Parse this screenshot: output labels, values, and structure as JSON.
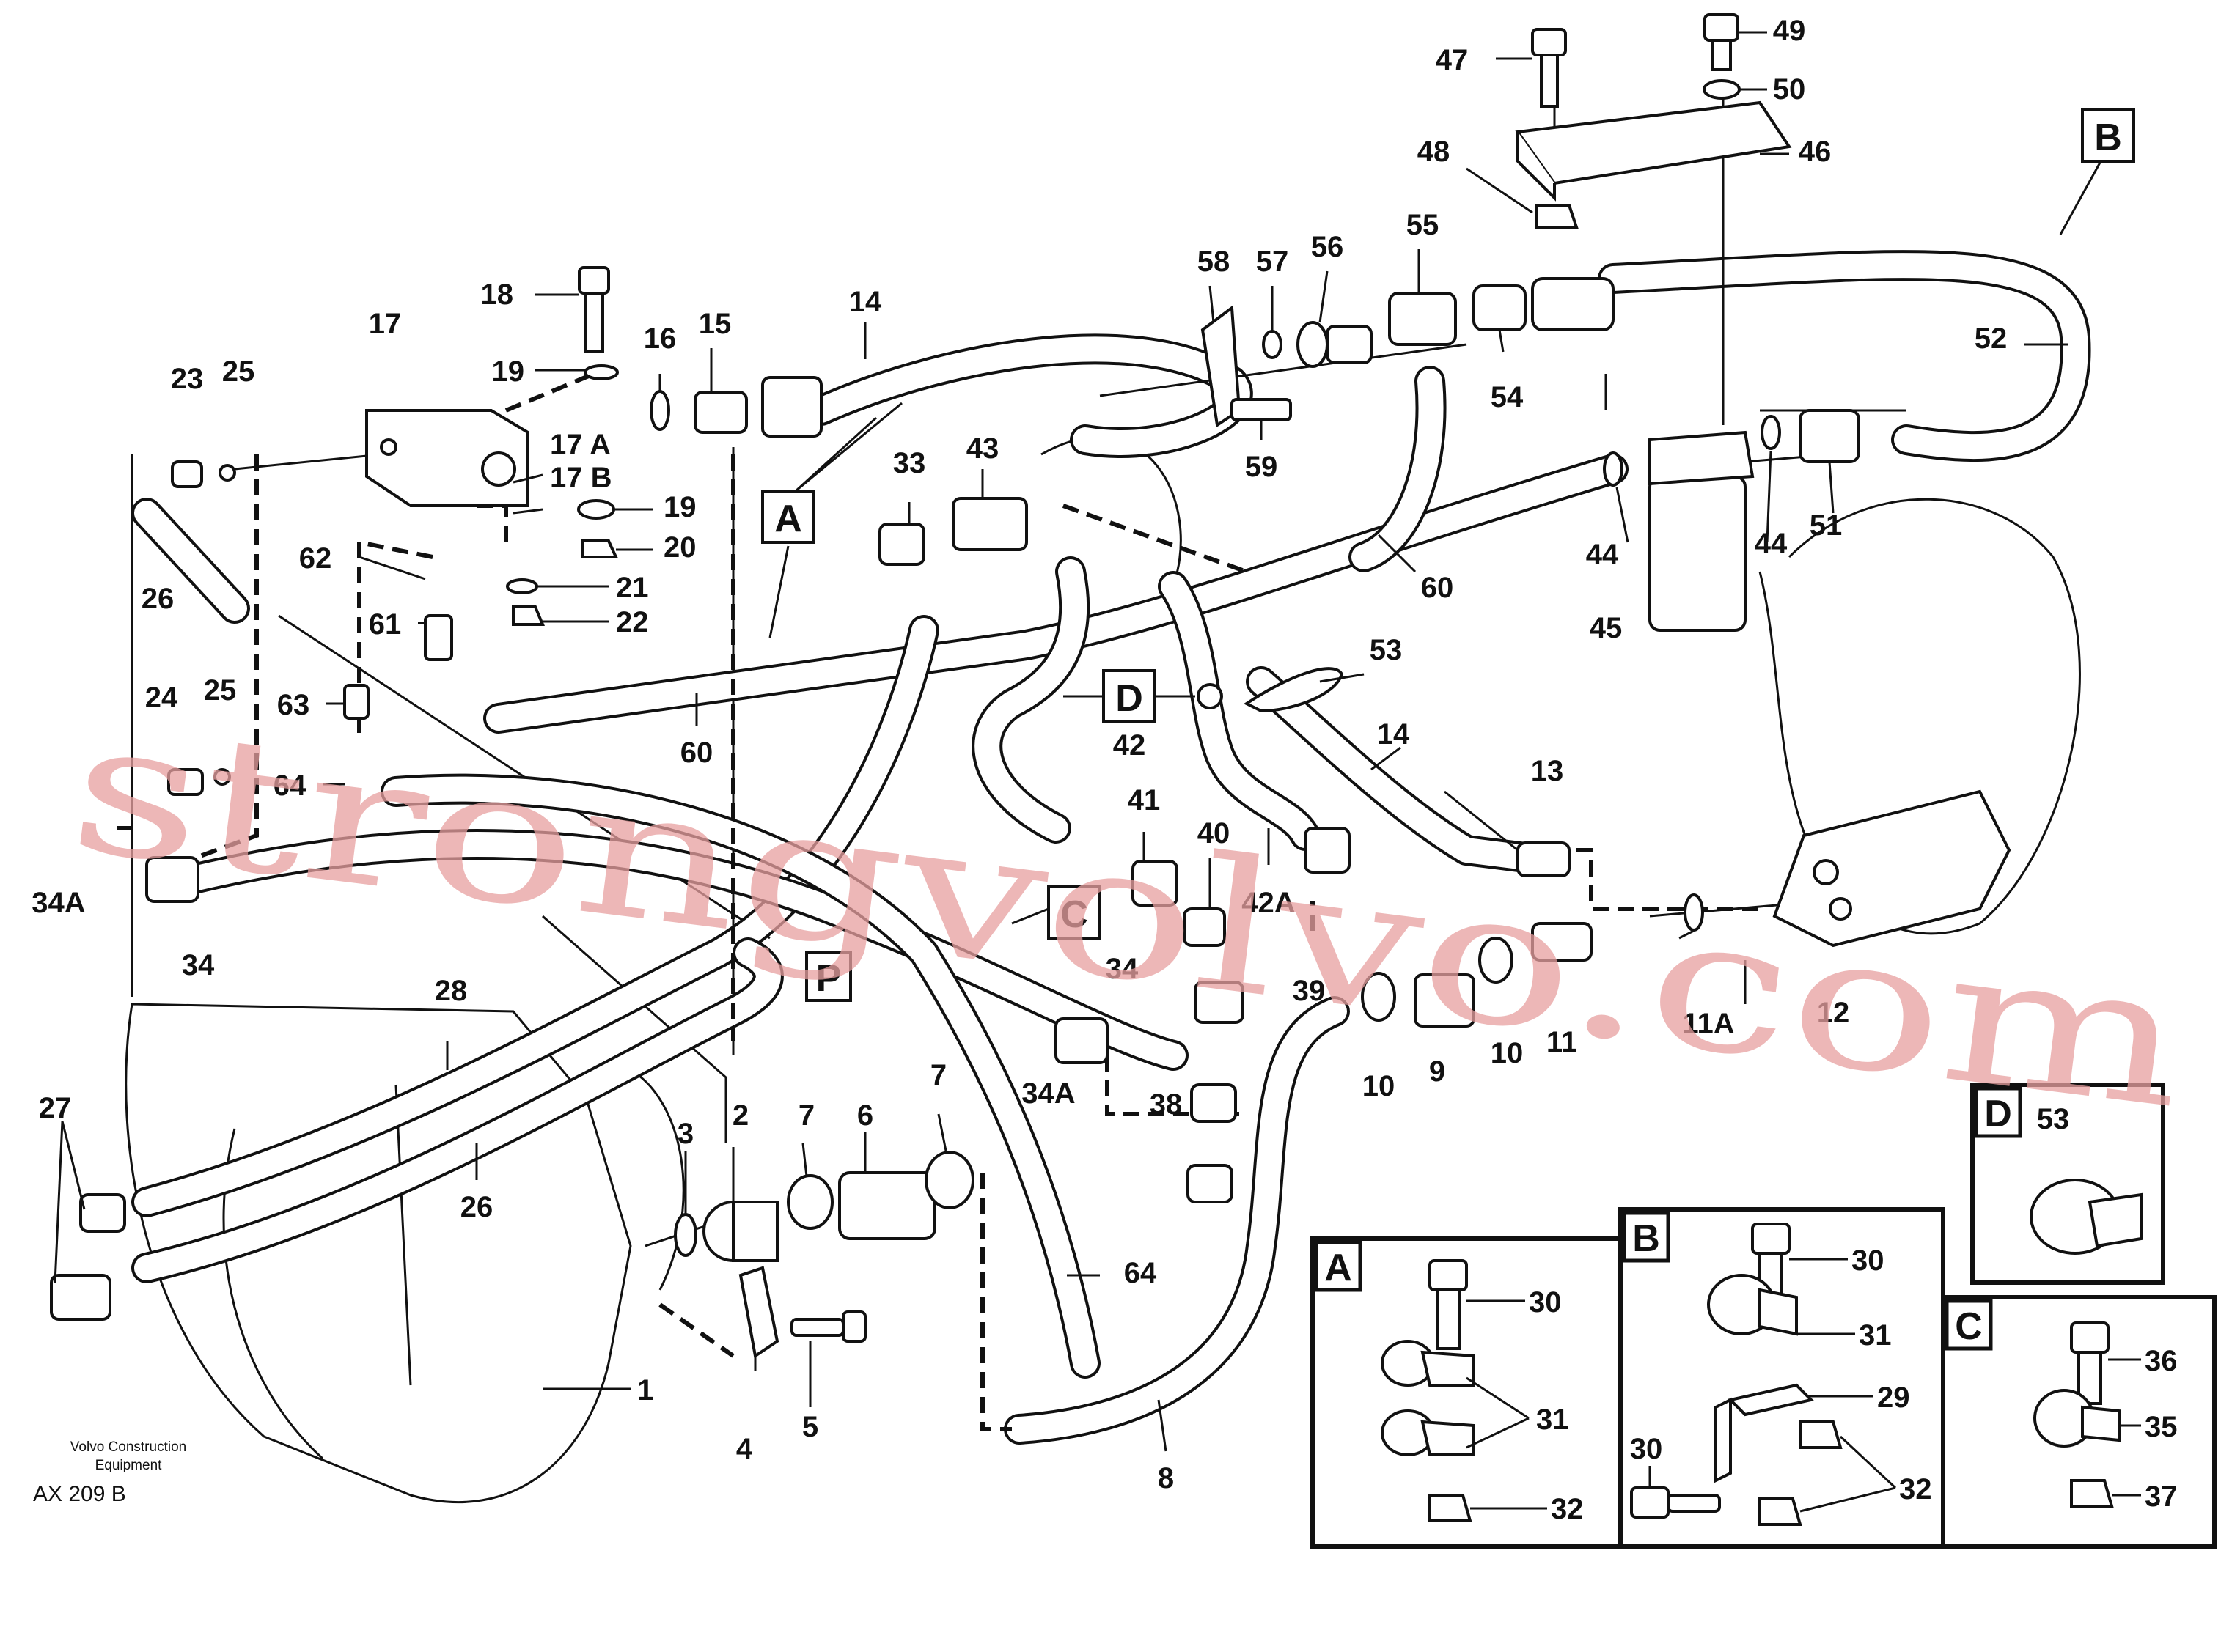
{
  "callouts": [
    {
      "id": "c18",
      "text": "18"
    },
    {
      "id": "c17",
      "text": "17"
    },
    {
      "id": "c19a",
      "text": "19"
    },
    {
      "id": "c17A",
      "text": "17 A"
    },
    {
      "id": "c17B",
      "text": "17 B"
    },
    {
      "id": "c19b",
      "text": "19"
    },
    {
      "id": "c20",
      "text": "20"
    },
    {
      "id": "c21",
      "text": "21"
    },
    {
      "id": "c22",
      "text": "22"
    },
    {
      "id": "c23",
      "text": "23"
    },
    {
      "id": "c25a",
      "text": "25"
    },
    {
      "id": "c26a",
      "text": "26"
    },
    {
      "id": "c62",
      "text": "62"
    },
    {
      "id": "c61",
      "text": "61"
    },
    {
      "id": "c63",
      "text": "63"
    },
    {
      "id": "c24",
      "text": "24"
    },
    {
      "id": "c25b",
      "text": "25"
    },
    {
      "id": "c64a",
      "text": "64"
    },
    {
      "id": "c34Aa",
      "text": "34A"
    },
    {
      "id": "c34a",
      "text": "34"
    },
    {
      "id": "c16",
      "text": "16"
    },
    {
      "id": "c15",
      "text": "15"
    },
    {
      "id": "c14a",
      "text": "14"
    },
    {
      "id": "c33",
      "text": "33"
    },
    {
      "id": "c43",
      "text": "43"
    },
    {
      "id": "c60a",
      "text": "60"
    },
    {
      "id": "c42",
      "text": "42"
    },
    {
      "id": "c41",
      "text": "41"
    },
    {
      "id": "c40",
      "text": "40"
    },
    {
      "id": "c42A",
      "text": "42A"
    },
    {
      "id": "c34b",
      "text": "34"
    },
    {
      "id": "c34Ab",
      "text": "34A"
    },
    {
      "id": "c38",
      "text": "38"
    },
    {
      "id": "c39",
      "text": "39"
    },
    {
      "id": "c58",
      "text": "58"
    },
    {
      "id": "c57",
      "text": "57"
    },
    {
      "id": "c56",
      "text": "56"
    },
    {
      "id": "c55",
      "text": "55"
    },
    {
      "id": "c54",
      "text": "54"
    },
    {
      "id": "c59",
      "text": "59"
    },
    {
      "id": "c60b",
      "text": "60"
    },
    {
      "id": "c53",
      "text": "53"
    },
    {
      "id": "c14b",
      "text": "14"
    },
    {
      "id": "c13",
      "text": "13"
    },
    {
      "id": "c47",
      "text": "47"
    },
    {
      "id": "c49",
      "text": "49"
    },
    {
      "id": "c50",
      "text": "50"
    },
    {
      "id": "c48",
      "text": "48"
    },
    {
      "id": "c46",
      "text": "46"
    },
    {
      "id": "c52",
      "text": "52"
    },
    {
      "id": "c44a",
      "text": "44"
    },
    {
      "id": "c44b",
      "text": "44"
    },
    {
      "id": "c51",
      "text": "51"
    },
    {
      "id": "c45",
      "text": "45"
    },
    {
      "id": "c12",
      "text": "12"
    },
    {
      "id": "c11A",
      "text": "11A"
    },
    {
      "id": "c11",
      "text": "11"
    },
    {
      "id": "c10a",
      "text": "10"
    },
    {
      "id": "c9",
      "text": "9"
    },
    {
      "id": "c10b",
      "text": "10"
    },
    {
      "id": "c28",
      "text": "28"
    },
    {
      "id": "c26b",
      "text": "26"
    },
    {
      "id": "c27",
      "text": "27"
    },
    {
      "id": "c3",
      "text": "3"
    },
    {
      "id": "c2",
      "text": "2"
    },
    {
      "id": "c7a",
      "text": "7"
    },
    {
      "id": "c6",
      "text": "6"
    },
    {
      "id": "c7b",
      "text": "7"
    },
    {
      "id": "c64b",
      "text": "64"
    },
    {
      "id": "c8",
      "text": "8"
    },
    {
      "id": "c1",
      "text": "1"
    },
    {
      "id": "c4",
      "text": "4"
    },
    {
      "id": "c5",
      "text": "5"
    }
  ],
  "view_markers": [
    "A",
    "B",
    "C",
    "D",
    "P"
  ],
  "insets": {
    "A": {
      "label": "A",
      "parts": [
        "30",
        "31",
        "32"
      ]
    },
    "B": {
      "label": "B",
      "parts": [
        "30",
        "31",
        "29",
        "30",
        "32"
      ]
    },
    "C": {
      "label": "C",
      "parts": [
        "36",
        "35",
        "37"
      ]
    },
    "D": {
      "label": "D",
      "parts": [
        "53"
      ]
    }
  },
  "footer": {
    "company": "Volvo Construction",
    "division": "Equipment",
    "ref": "AX 209 B"
  },
  "watermark": "strongvolvo.com"
}
